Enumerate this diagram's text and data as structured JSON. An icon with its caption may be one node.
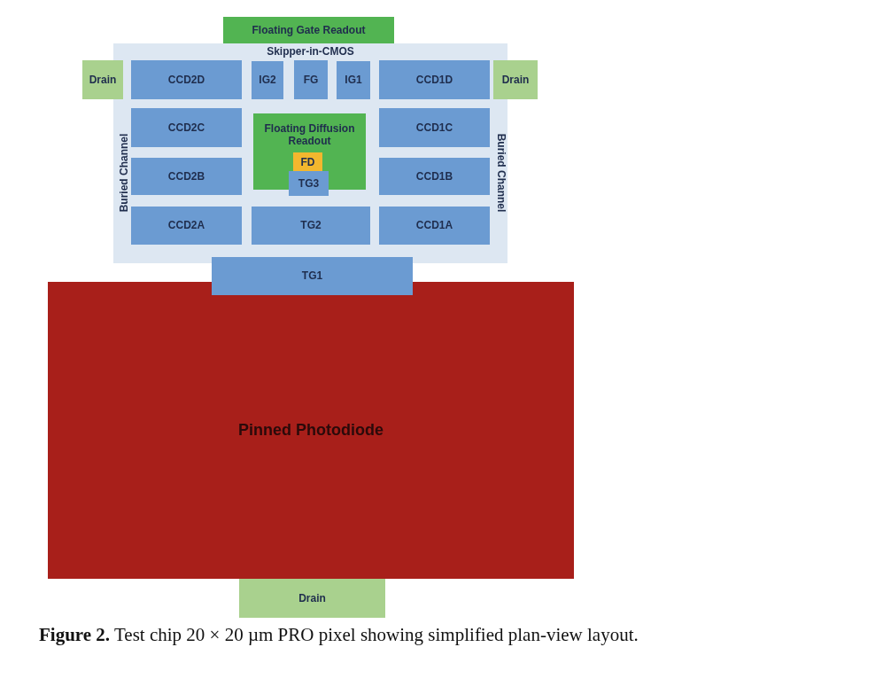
{
  "diagram": {
    "caption": "**Figure 2.** Test chip 20 × 20 µm PRO pixel showing simplified plan-view layout.",
    "nodes": [
      {
        "text": [
          "Floating Gate Readout"
        ]
      },
      {
        "text": [
          "Skipper-in-CMOS"
        ]
      },
      {
        "text": [
          "Drain"
        ]
      },
      {
        "text": [
          "CCD2D"
        ],
        "in": 1
      },
      {
        "text": [
          "IG2"
        ],
        "in": 1
      },
      {
        "text": [
          "FG"
        ],
        "in": 1
      },
      {
        "text": [
          "IG1"
        ],
        "in": 1
      },
      {
        "text": [
          "CCD1D"
        ],
        "in": 1
      },
      {
        "text": [
          "Drain"
        ]
      },
      {
        "text": [
          "CCD2C"
        ],
        "in": 1
      },
      {
        "text": [
          "Floating Diffusion Readout"
        ],
        "in": 1
      },
      {
        "text": [
          "CCD1C"
        ],
        "in": 1
      },
      {
        "text": [
          "FD"
        ],
        "in": 10
      },
      {
        "text": [
          "CCD2B"
        ],
        "in": 1
      },
      {
        "text": [
          "TG3"
        ],
        "in": 1
      },
      {
        "text": [
          "CCD1B"
        ],
        "in": 1
      },
      {
        "text": [
          "CCD2A"
        ],
        "in": 1
      },
      {
        "text": [
          "TG2"
        ],
        "in": 1
      },
      {
        "text": [
          "CCD1A"
        ],
        "in": 1
      },
      {
        "text": [
          "TG1"
        ]
      },
      {
        "text": [
          "Pinned Photodiode"
        ]
      },
      {
        "text": [
          "Drain"
        ]
      }
    ],
    "labels": [
      "Buried Channel",
      "Buried Channel"
    ]
  }
}
